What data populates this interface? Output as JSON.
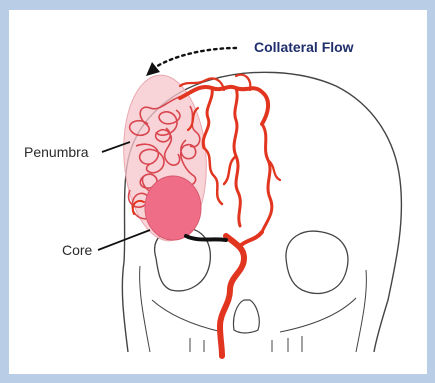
{
  "diagram": {
    "flow_label": "Collateral Flow",
    "penumbra_label": "Penumbra",
    "core_label": "Core"
  },
  "colors": {
    "frame": "#b9cde6",
    "artery": "#e2351f",
    "penumbra_fill": "#f6c6cb",
    "core_fill": "#f06d87",
    "outline": "#444444",
    "flow_label": "#1f2f6b"
  }
}
